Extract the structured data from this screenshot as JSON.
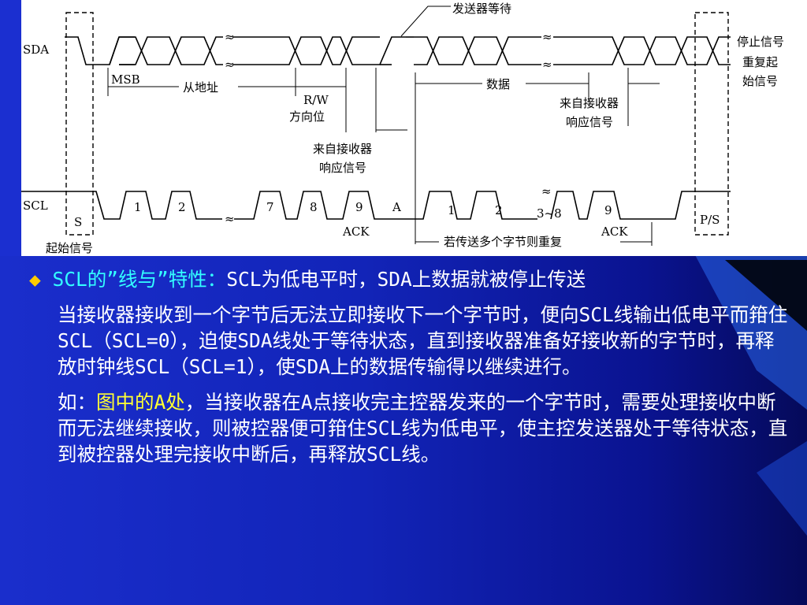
{
  "diagram": {
    "signals": {
      "sda": "SDA",
      "scl": "SCL"
    },
    "labels": {
      "sender_wait": "发送器等待",
      "stop_signal": "停止信号",
      "repeat_start_1": "重复起",
      "repeat_start_2": "始信号",
      "msb": "MSB",
      "slave_address": "从地址",
      "rw": "R/W",
      "rw_bar": "W",
      "direction_bit": "方向位",
      "ack_from_receiver_1": "来自接收器",
      "ack_from_receiver_2": "响应信号",
      "data": "数据",
      "ack_from_receiver_right_1": "来自接收器",
      "ack_from_receiver_right_2": "响应信号",
      "start": "S",
      "start_signal": "起始信号",
      "stop_ps": "P/S",
      "ack_left": "ACK",
      "ack_right": "ACK",
      "point_a": "A",
      "repeat_bytes": "若传送多个字节则重复",
      "clk_1": "1",
      "clk_2": "2",
      "clk_7": "7",
      "clk_8": "8",
      "clk_9": "9",
      "clk_r1": "1",
      "clk_r2": "2",
      "clk_r38": "3~8",
      "clk_r9": "9"
    }
  },
  "body": {
    "bullet": "◆",
    "p1_title": "SCL的”线与”特性：",
    "p1_text": "SCL为低电平时，SDA上数据就被停止传送",
    "p2_text": "当接收器接收到一个字节后无法立即接收下一个字节时，便向SCL线输出低电平而箝住SCL（SCL=0），迫使SDA线处于等待状态，直到接收器准备好接收新的字节时，再释放时钟线SCL（SCL=1），使SDA上的数据传输得以继续进行。",
    "p3_lead": "如：",
    "p3_highlight": "图中的A处",
    "p3_text": "，当接收器在A点接收完主控器发来的一个字节时，需要处理接收中断而无法继续接收，则被控器便可箝住SCL线为低电平，使主控发送器处于等待状态，直到被控器处理完接收中断后，再释放SCL线。"
  },
  "colors": {
    "background": "#1224b8",
    "highlight_cyan": "#33ffff",
    "highlight_yellow": "#ffff33",
    "bullet": "#ffcc00"
  }
}
